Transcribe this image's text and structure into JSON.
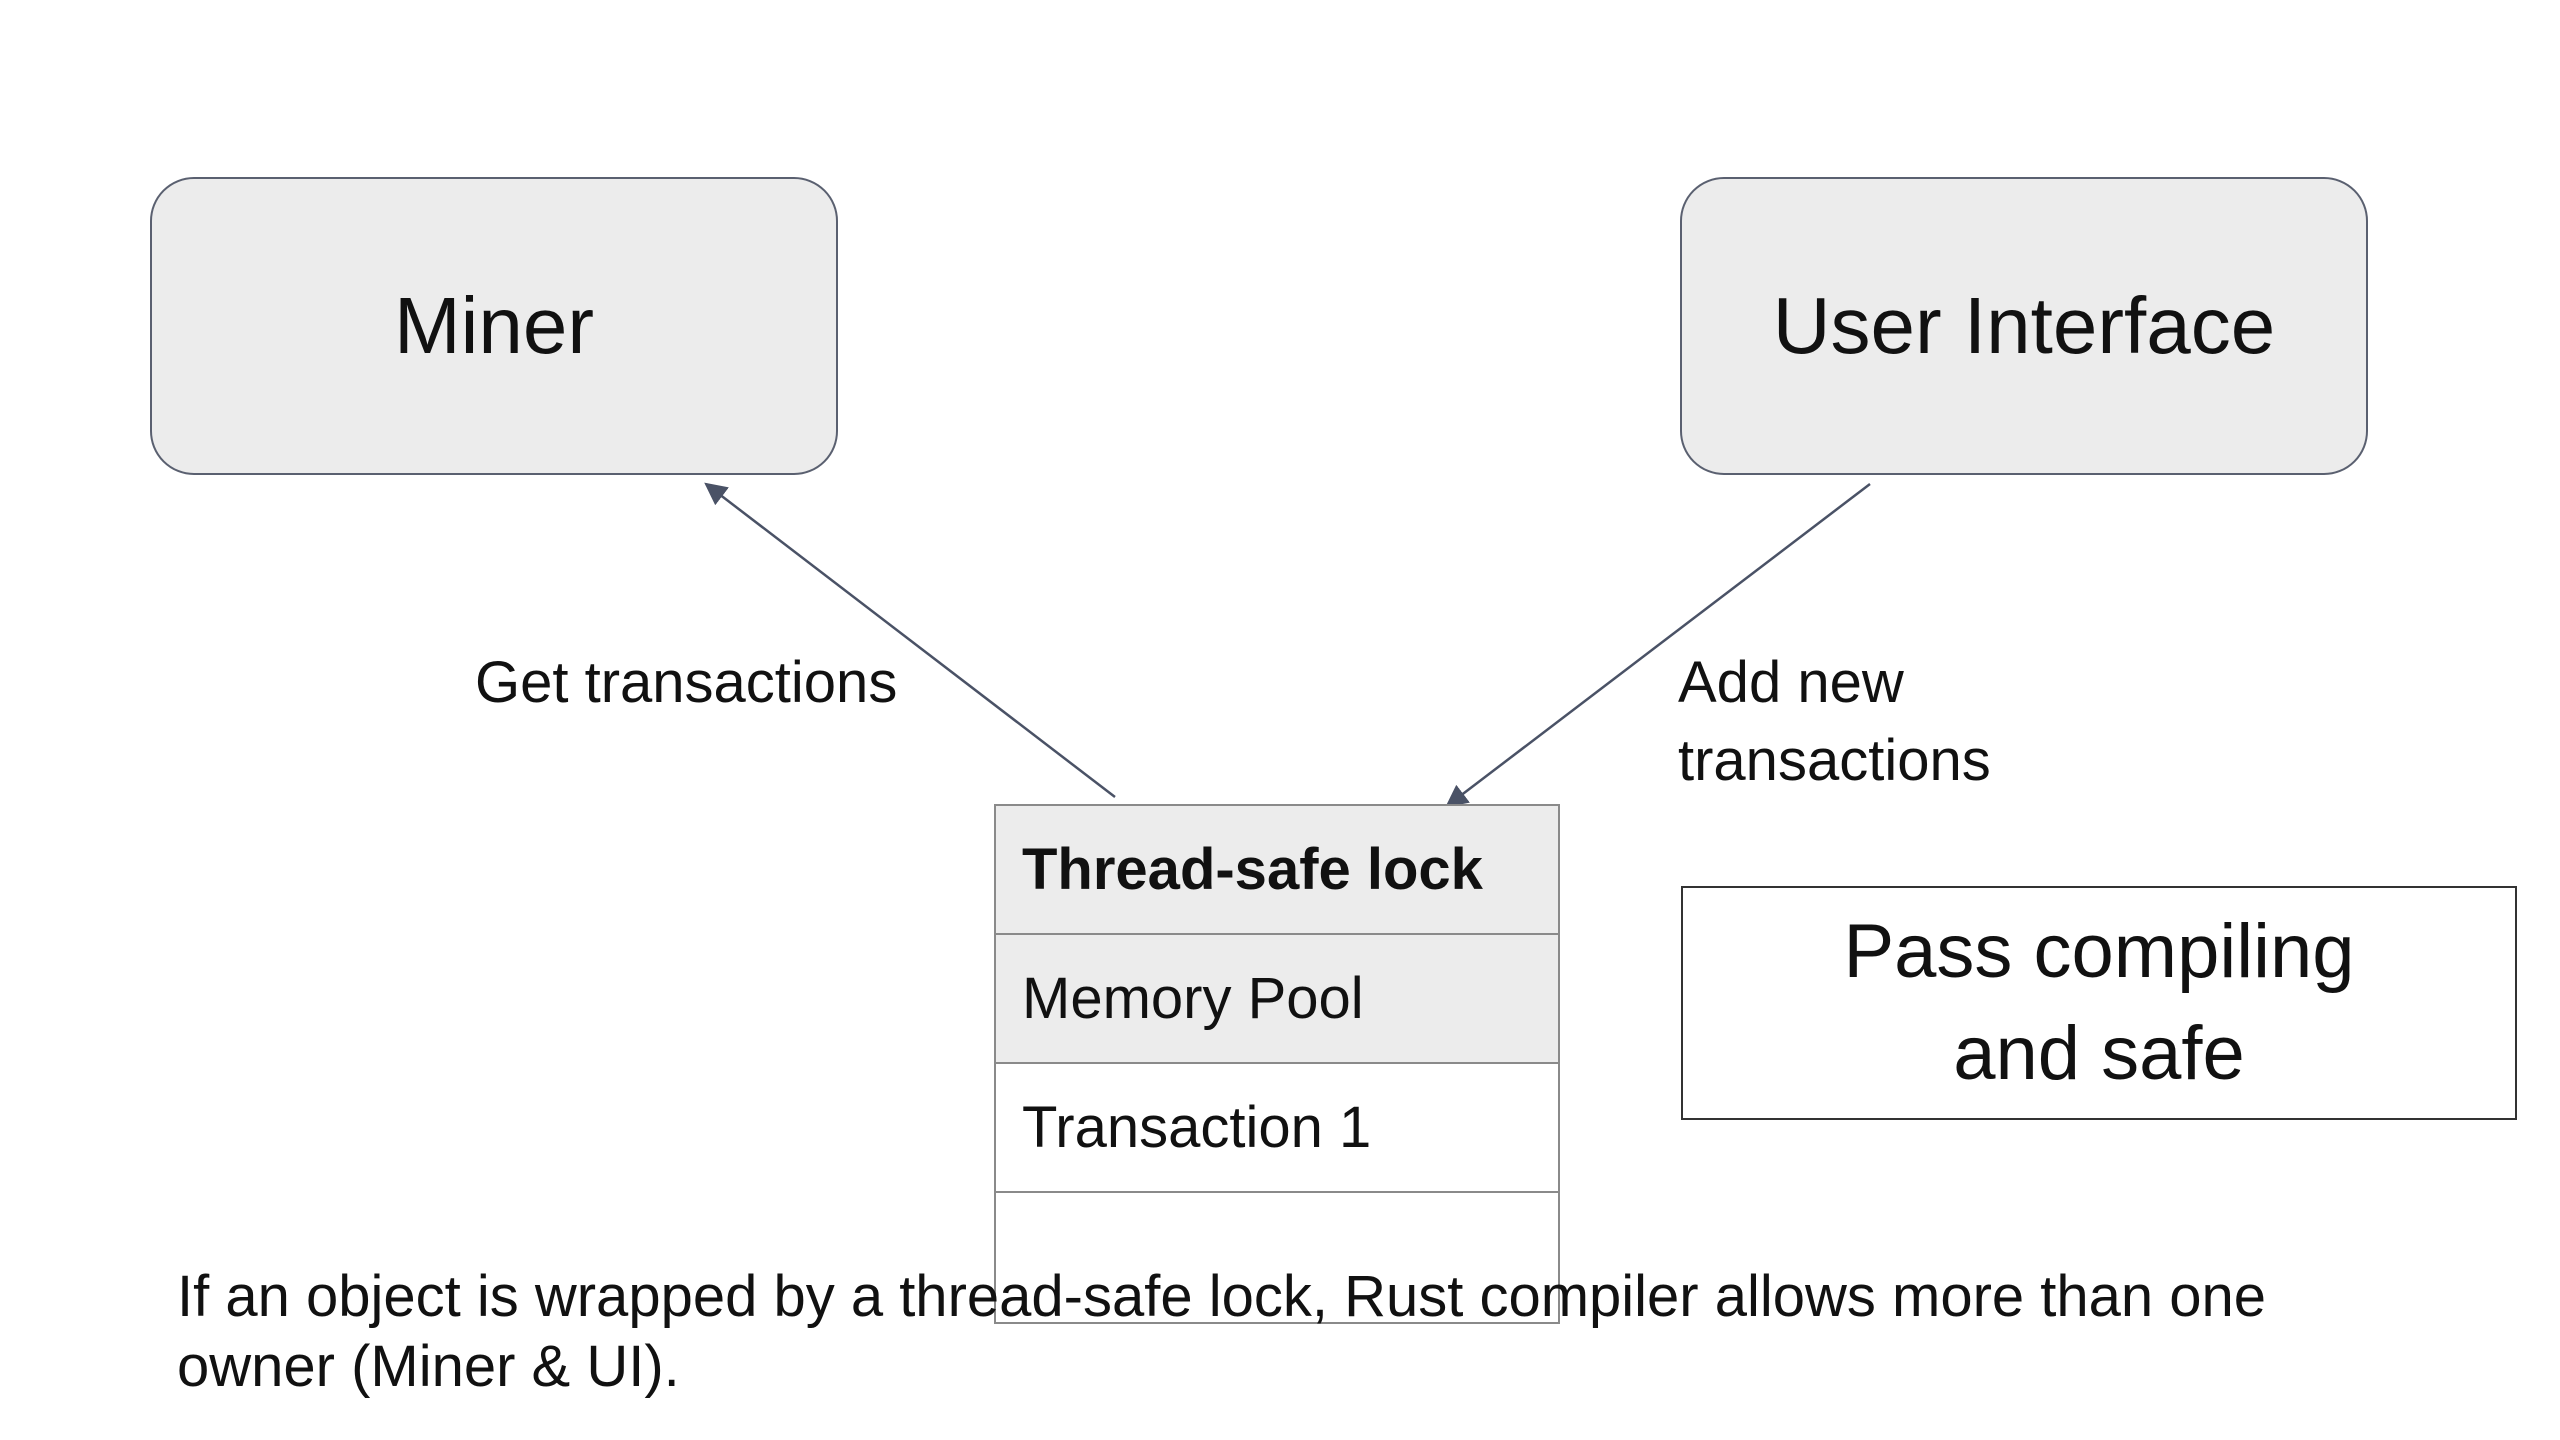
{
  "nodes": {
    "miner": "Miner",
    "user_interface": "User Interface"
  },
  "edges": {
    "get_transactions": "Get transactions",
    "add_new_transactions": "Add new\ntransactions"
  },
  "memory_stack": {
    "lock": "Thread-safe lock",
    "pool": "Memory Pool",
    "items": [
      "Transaction 1",
      ""
    ]
  },
  "result_box": "Pass compiling\nand safe",
  "caption": "If an object is wrapped by a thread-safe lock, Rust compiler allows more than one owner (Miner & UI).",
  "colors": {
    "box_fill": "#ececec",
    "box_border": "#5a6070",
    "arrow": "#4a5266",
    "table_border": "#8a8a8a"
  }
}
